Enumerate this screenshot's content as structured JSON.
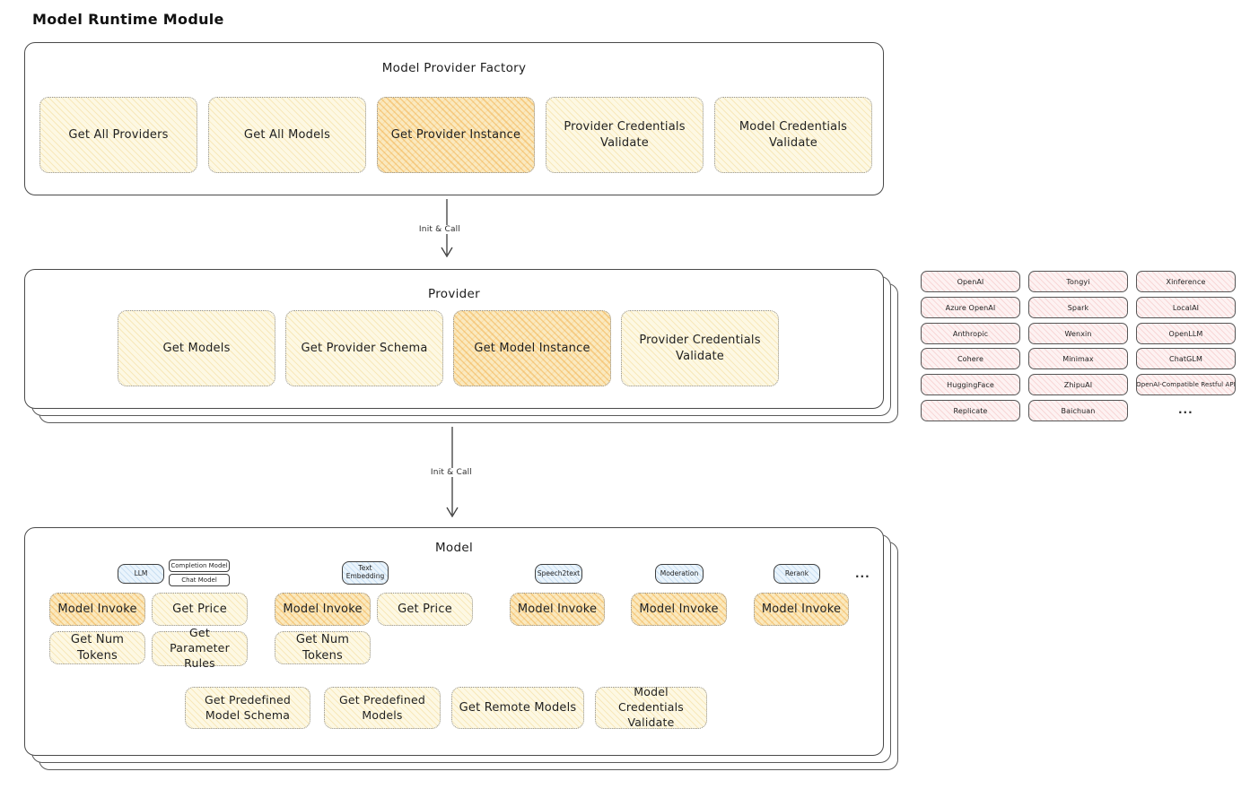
{
  "title": "Model Runtime Module",
  "factory": {
    "title": "Model Provider Factory",
    "boxes": [
      {
        "label": "Get All Providers",
        "variant": "yellow"
      },
      {
        "label": "Get All Models",
        "variant": "yellow"
      },
      {
        "label": "Get Provider Instance",
        "variant": "orange"
      },
      {
        "label": "Provider Credentials Validate",
        "variant": "yellow"
      },
      {
        "label": "Model Credentials Validate",
        "variant": "yellow"
      }
    ]
  },
  "arrow1": {
    "label": "Init & Call"
  },
  "arrow2": {
    "label": "Init & Call"
  },
  "provider": {
    "title": "Provider",
    "boxes": [
      {
        "label": "Get Models",
        "variant": "yellow"
      },
      {
        "label": "Get Provider Schema",
        "variant": "yellow"
      },
      {
        "label": "Get Model Instance",
        "variant": "orange"
      },
      {
        "label": "Provider Credentials Validate",
        "variant": "yellow"
      }
    ]
  },
  "providers_grid": {
    "items": [
      "OpenAI",
      "Tongyi",
      "Xinference",
      "Azure OpenAI",
      "Spark",
      "LocalAI",
      "Anthropic",
      "Wenxin",
      "OpenLLM",
      "Cohere",
      "Minimax",
      "ChatGLM",
      "HuggingFace",
      "ZhipuAI",
      "OpenAI-Compatible Restful API",
      "Replicate",
      "Baichuan"
    ],
    "more": "..."
  },
  "model": {
    "title": "Model",
    "tags": {
      "llm": "LLM",
      "completion": "Completion Model",
      "chat": "Chat Model",
      "text_embedding": "Text Embedding",
      "speech2text": "Speech2text",
      "moderation": "Moderation",
      "rerank": "Rerank",
      "more": "..."
    },
    "actions": {
      "llm_invoke": "Model Invoke",
      "llm_get_price": "Get Price",
      "llm_get_num_tokens": "Get Num Tokens",
      "llm_get_parameter_rules": "Get Parameter Rules",
      "embedding_invoke": "Model Invoke",
      "embedding_get_price": "Get Price",
      "embedding_get_num_tokens": "Get Num Tokens",
      "speech2text_invoke": "Model Invoke",
      "moderation_invoke": "Model Invoke",
      "rerank_invoke": "Model Invoke"
    },
    "bottom": [
      "Get Predefined Model Schema",
      "Get Predefined Models",
      "Get Remote Models",
      "Model Credentials Validate"
    ]
  },
  "colors": {
    "background": "#ffffff",
    "stroke": "#4a4a4a",
    "yellow_fill": "#fdf8e3",
    "orange_fill": "#fae9bf",
    "pink_fill": "#fdf2f2",
    "blue_fill": "#eaf4fc",
    "text": "#1f1f1f"
  }
}
